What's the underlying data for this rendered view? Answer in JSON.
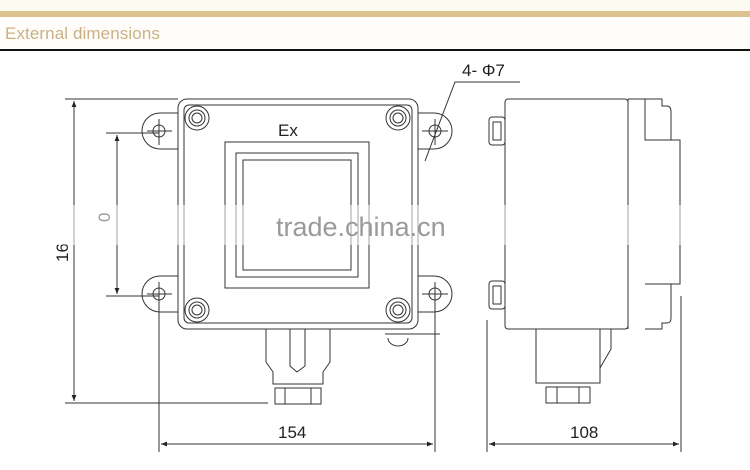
{
  "header": {
    "title": "External dimensions",
    "accent_color": "#dcc28e",
    "title_color": "#c9b185"
  },
  "drawing": {
    "front_view": {
      "label": "Ex",
      "width_dimension": "154",
      "height_dimension": "16",
      "hole_spacing_dimension": "0",
      "hole_callout": "4- Φ7"
    },
    "side_view": {
      "depth_dimension": "108"
    },
    "watermark": "trade.china.cn"
  }
}
